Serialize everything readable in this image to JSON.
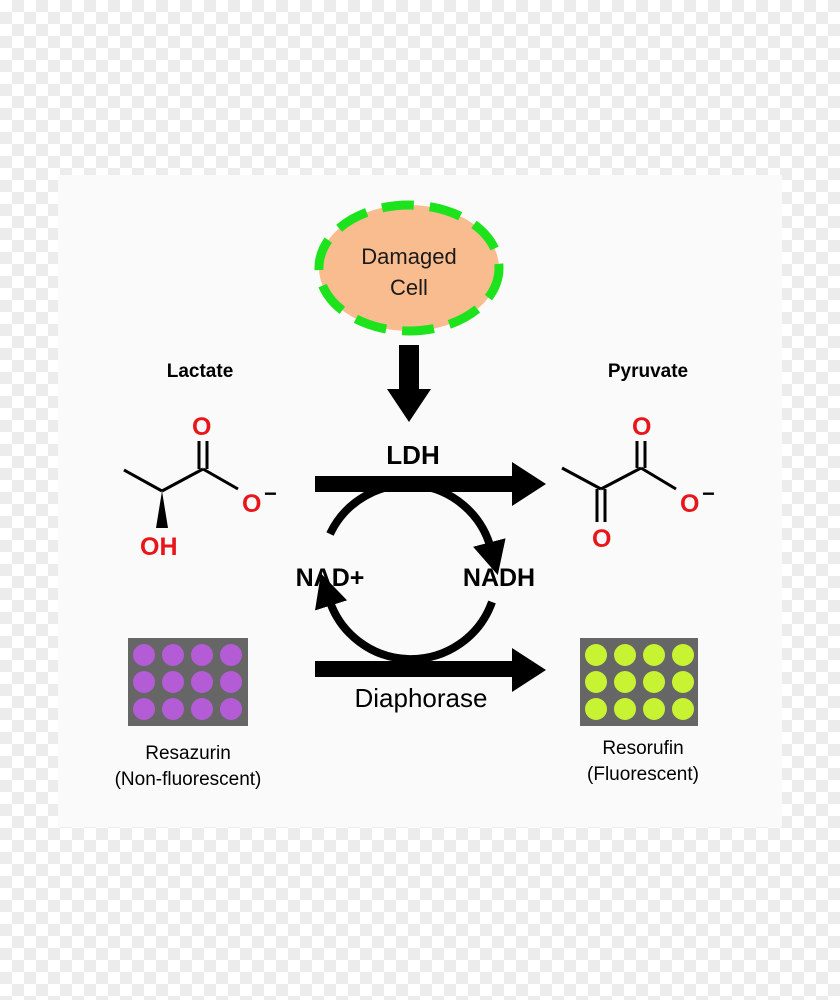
{
  "cell": {
    "line1": "Damaged",
    "line2": "Cell"
  },
  "lactate": {
    "label": "Lactate",
    "oxygen": "O",
    "carboxylate": "O",
    "hydroxyl": "OH",
    "charge": "−"
  },
  "pyruvate": {
    "label": "Pyruvate",
    "oxygen": "O",
    "carboxylate": "O",
    "keto": "O",
    "charge": "−"
  },
  "enzymes": {
    "top": "LDH",
    "bottom": "Diaphorase"
  },
  "cofactors": {
    "oxidized": "NAD+",
    "reduced": "NADH"
  },
  "substrate": {
    "name": "Resazurin",
    "note": "(Non-fluorescent)"
  },
  "product": {
    "name": "Resorufin",
    "note": "(Fluorescent)"
  },
  "colors": {
    "cell_fill": "#f9bc8e",
    "cell_membrane": "#1de31d",
    "plate": "#666666",
    "well_purple": "#b35cd6",
    "well_green": "#c8f332",
    "oxygen_red": "#e8151b"
  }
}
